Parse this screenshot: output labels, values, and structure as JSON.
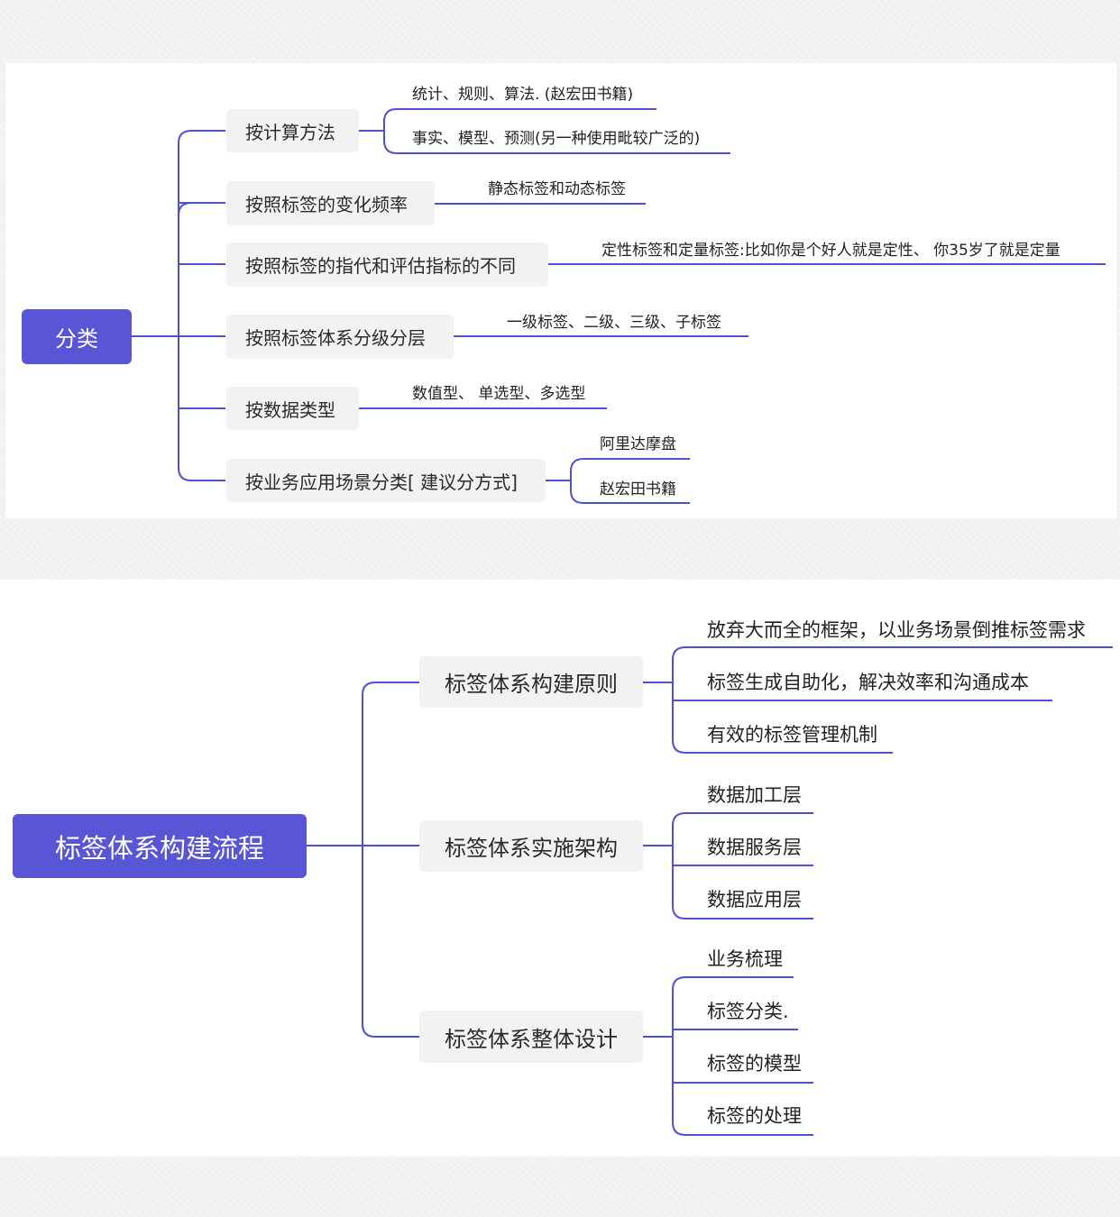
{
  "top_map": {
    "root": "分类",
    "branches": [
      {
        "label": "按计算方法",
        "children": [
          "统计、规则、算法. (赵宏田书籍)",
          "事实、模型、预测(另一种使用毗较广泛的)"
        ]
      },
      {
        "label": "按照标签的变化频率",
        "children": [
          "静态标签和动态标签"
        ]
      },
      {
        "label": "按照标签的指代和评估指标的不同",
        "children": [
          "定性标签和定量标签:比如你是个好人就是定性、 你35岁了就是定量"
        ]
      },
      {
        "label": "按照标签体系分级分层",
        "children": [
          "一级标签、二级、三级、子标签"
        ]
      },
      {
        "label": "按数据类型",
        "children": [
          "数值型、 单选型、多选型"
        ]
      },
      {
        "label": "按业务应用场景分类[ 建议分方式]",
        "children": [
          "阿里达摩盘",
          "赵宏田书籍"
        ]
      }
    ]
  },
  "bottom_map": {
    "root": "标签体系构建流程",
    "branches": [
      {
        "label": "标签体系构建原则",
        "children": [
          "放弃大而全的框架，以业务场景倒推标签需求",
          "标签生成自助化，解决效率和沟通成本",
          "有效的标签管理机制"
        ]
      },
      {
        "label": "标签体系实施架构",
        "children": [
          "数据加工层",
          "数据服务层",
          "数据应用层"
        ]
      },
      {
        "label": "标签体系整体设计",
        "children": [
          "业务梳理",
          "标签分类.",
          "标签的模型",
          "标签的处理"
        ]
      }
    ]
  },
  "colors": {
    "root_fill": "#5856d6",
    "line": "#4f4fd1",
    "branch_fill": "#f2f2f2"
  }
}
